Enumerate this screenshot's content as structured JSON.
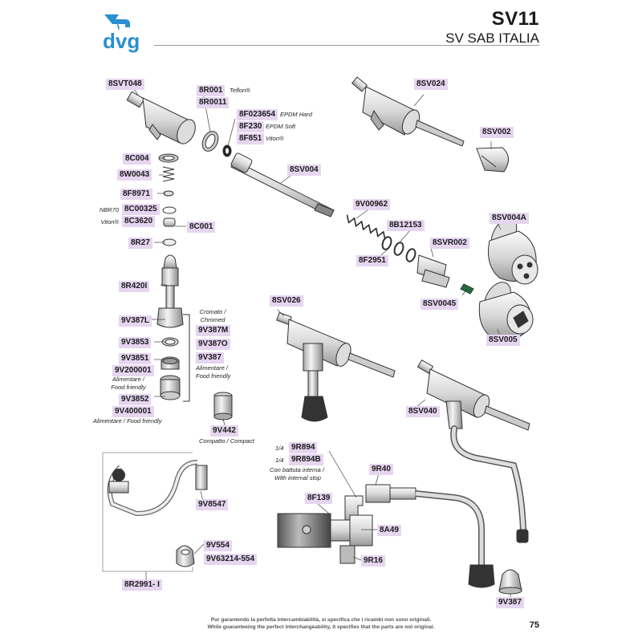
{
  "header": {
    "logo_text": "dvg",
    "title": "SV11",
    "subtitle": "SV SAB ITALIA",
    "brand_color": "#2a8fd0"
  },
  "labels": {
    "l_8SVT048": "8SVT048",
    "l_8R001": "8R001",
    "l_8R0011": "8R0011",
    "l_8F023654": "8F023654",
    "l_8F230": "8F230",
    "l_8F851": "8F851",
    "l_8SV024": "8SV024",
    "l_8SV002": "8SV002",
    "l_8C004": "8C004",
    "l_8W0043": "8W0043",
    "l_8SV004": "8SV004",
    "l_8F8971": "8F8971",
    "l_8C00325": "8C00325",
    "l_8C3620": "8C3620",
    "l_8C001": "8C001",
    "l_9V00962": "9V00962",
    "l_8B12153": "8B12153",
    "l_8SV004A": "8SV004A",
    "l_8R27": "8R27",
    "l_8SVR002": "8SVR002",
    "l_8F2951": "8F2951",
    "l_8R420I": "8R420I",
    "l_8SV0045": "8SV0045",
    "l_8SV026": "8SV026",
    "l_9V387L": "9V387L",
    "l_9V387M": "9V387M",
    "l_8SV005": "8SV005",
    "l_9V3853": "9V3853",
    "l_9V387O": "9V387O",
    "l_9V3851": "9V3851",
    "l_9V387": "9V387",
    "l_9V200001": "9V200001",
    "l_9V3852": "9V3852",
    "l_8SV040": "8SV040",
    "l_9V400001": "9V400001",
    "l_9V442": "9V442",
    "l_9R894": "9R894",
    "l_9R894B": "9R894B",
    "l_9R40": "9R40",
    "l_9V8547": "9V8547",
    "l_8F139": "8F139",
    "l_8A49": "8A49",
    "l_9V554": "9V554",
    "l_9V63214": "9V63214-554",
    "l_9R16": "9R16",
    "l_8R2991": "8R2991- I",
    "l_9V387b": "9V387"
  },
  "notes": {
    "n_teflon": "Teflon®",
    "n_epdm_hard": "EPDM Hard",
    "n_epdm_soft": "EPDM Soft",
    "n_viton": "Viton®",
    "n_nbr70": "NBR70",
    "n_viton2": "Viton®",
    "n_cromato": "Cromato /",
    "n_chromed": "Chromed",
    "n_alim1": "Alimentare /",
    "n_food1": "Food friendly",
    "n_alim2": "Alimentare /",
    "n_food2": "Food friendly",
    "n_alim3": "Alimentare / Food friendly",
    "n_compatto": "Compatto / Compact",
    "n_q1": "1/4",
    "n_q2": "1/4",
    "n_battuta": "Con battuta interna /",
    "n_stop": "With internal stop"
  },
  "footer": {
    "line1": "Pur garantendo la perfetta intercambiabilità, si specifica che i ricambi non sono originali.",
    "line2": "While guaranteeing the perfect interchangeability, it specifies that the parts are not original."
  },
  "page_number": "75"
}
